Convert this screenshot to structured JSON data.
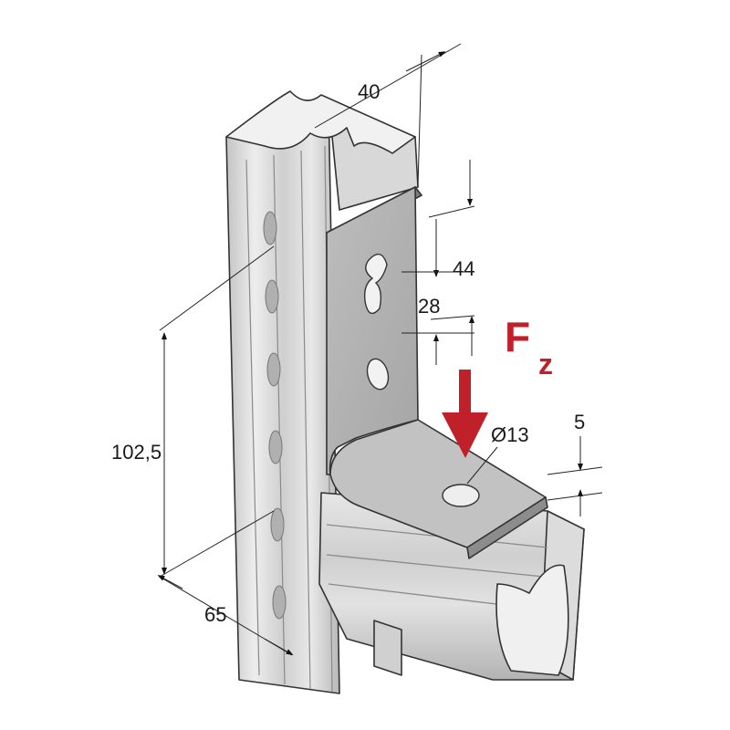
{
  "dimensions": {
    "width_top": "40",
    "slot_spacing": "44",
    "hole_offset": "28",
    "height": "102,5",
    "depth": "65",
    "hole_diameter": "Ø13",
    "thickness": "5"
  },
  "force": {
    "symbol": "F",
    "subscript": "z",
    "color": "#c0202a"
  },
  "colors": {
    "steel_light": "#e3e3e3",
    "steel_mid": "#c9c9c9",
    "steel_dark": "#9a9a9a",
    "bracket_face": "#b9b9b9",
    "bracket_dark": "#8e8e8e"
  }
}
